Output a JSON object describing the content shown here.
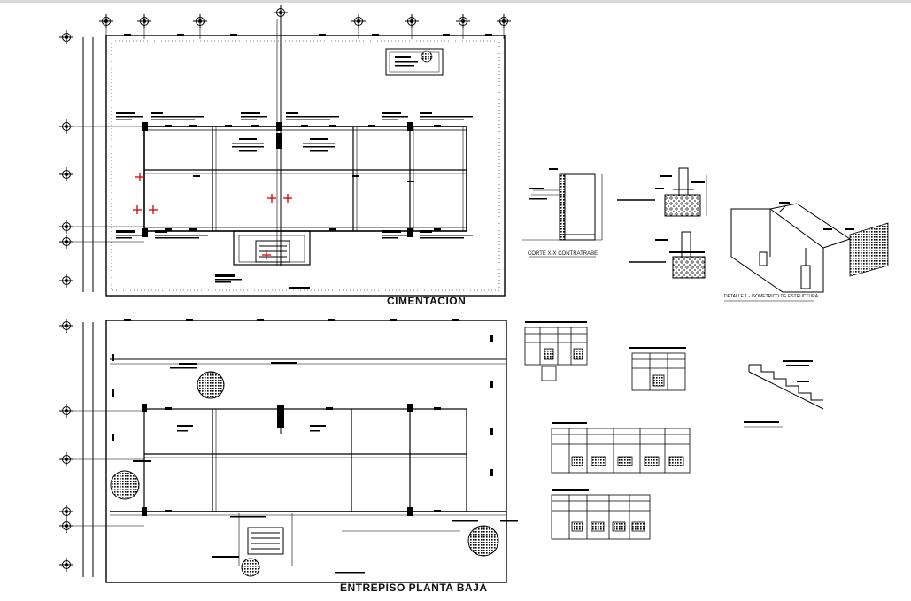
{
  "drawing": {
    "titles": {
      "cimentacion": "CIMENTACIÓN",
      "entrepiso": "ENTREPISO PLANTA BAJA"
    },
    "sublabels": {
      "corte": "CORTE X-X CONTRATRABE",
      "detalle": "DETALLE 1 - ISOMETRICO DE ESTRUCTURA"
    }
  },
  "colors": {
    "line": "#000000",
    "accent_red": "#d40000",
    "background": "#ffffff"
  },
  "icons": [
    "grid-axis-marker-icon",
    "hatch-circle-icon"
  ]
}
